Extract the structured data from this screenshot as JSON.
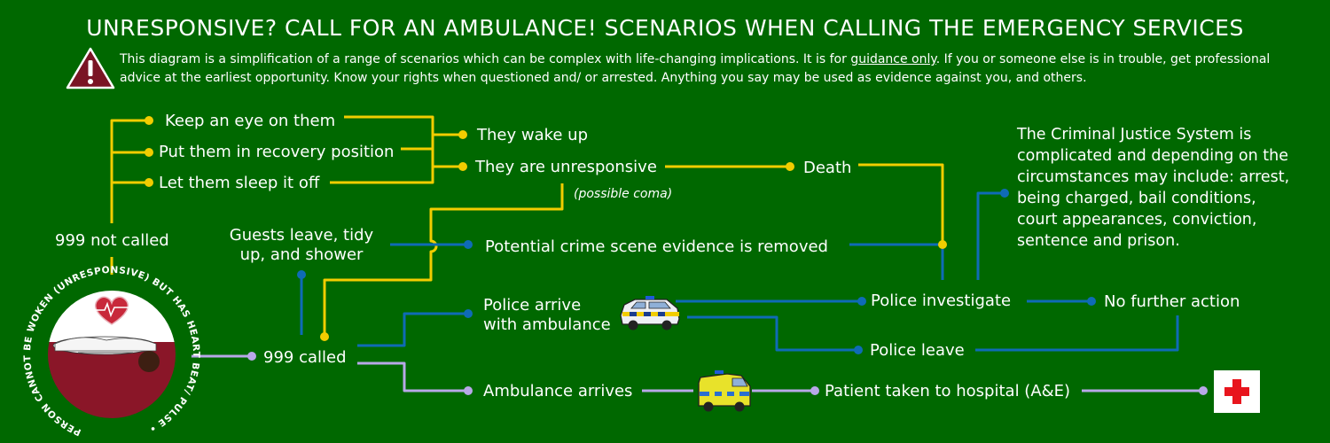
{
  "header": {
    "title": "UNRESPONSIVE? CALL FOR AN AMBULANCE! SCENARIOS WHEN CALLING THE EMERGENCY SERVICES",
    "disclaimer_pre": "This diagram is a simplification of a range of scenarios which can be complex with life-changing implications. It is for ",
    "disclaimer_link": "guidance only",
    "disclaimer_post": ". If you or someone else is in trouble, get professional advice at the earliest opportunity. Know your rights when questioned and/ or arrested. Anything you say may be used as evidence against you, and others."
  },
  "badge": {
    "ring_text": "PERSON CANNOT BE WOKEN (UNRESPONSIVE) BUT HAS HEART BEAT/ PULSE •"
  },
  "nodes": {
    "not_called": "999 not called",
    "keep_eye": "Keep an eye on them",
    "recovery": "Put them in recovery position",
    "sleep": "Let them sleep it off",
    "wake": "They wake up",
    "unresponsive": "They are unresponsive",
    "coma": "(possible coma)",
    "death": "Death",
    "guests_1": "Guests leave, tidy",
    "guests_2": "up, and shower",
    "evidence": "Potential crime scene evidence is removed",
    "called": "999 called",
    "police_amb_1": "Police arrive",
    "police_amb_2": "with ambulance",
    "investigate": "Police investigate",
    "nfa": "No  further action",
    "leave": "Police leave",
    "ambulance": "Ambulance arrives",
    "hospital": "Patient taken to hospital (A&E)",
    "cjs": "The Criminal Justice System is complicated and depending on the circumstances may include: arrest, being charged, bail conditions, court appearances, conviction, sentence and prison."
  },
  "colors": {
    "background": "#006800",
    "yellow_path": "#f2cd00",
    "blue_path": "#0f6bb6",
    "lilac_path": "#b8a8e8",
    "warning": "#7a1424",
    "badge_red": "#8a1628"
  }
}
